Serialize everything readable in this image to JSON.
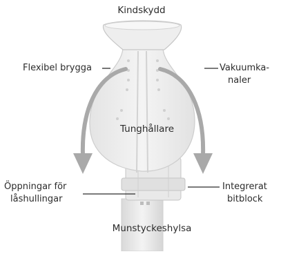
{
  "labels": {
    "top": "Kindskydd",
    "left_upper": "Flexibel brygga",
    "right_upper_line1": "Vakuumka-",
    "right_upper_line2": "naler",
    "center": "Tunghållare",
    "right_lower_line1": "Integrerat",
    "right_lower_line2": "bitblock",
    "left_lower_line1": "Öppningar för",
    "left_lower_line2": "låshullingar",
    "bottom": "Munstyckeshylsa"
  },
  "colors": {
    "arrow": "#a9a9a9",
    "leader": "#2b2b2b",
    "device_fill": "#ececec",
    "device_stroke": "#c8c8c8",
    "text": "#2b2b2b"
  }
}
